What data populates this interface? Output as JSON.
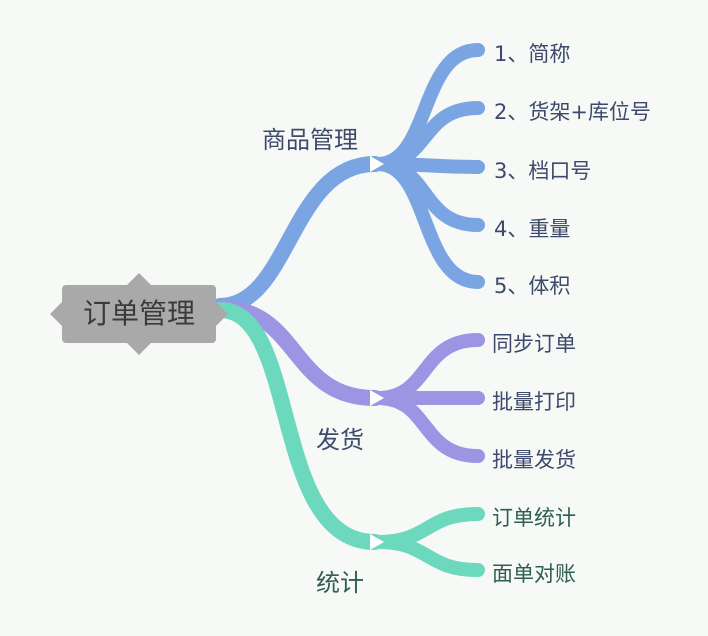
{
  "root": {
    "label": "订单管理"
  },
  "colors": {
    "blue": "#7aa5e2",
    "purple": "#9c95e4",
    "teal": "#6cd9bf",
    "root_fill": "#a9a9a9",
    "branch_text": "#3d4a6b",
    "leaf_text_blue": "#3d4a6b",
    "leaf_text_purple": "#3d4a6b",
    "leaf_text_teal": "#2f5e52"
  },
  "branches": [
    {
      "label": "商品管理",
      "color": "blue",
      "children": [
        "1、简称",
        "2、货架+库位号",
        "3、档口号",
        "4、重量",
        "5、体积"
      ]
    },
    {
      "label": "发货",
      "color": "purple",
      "children": [
        "同步订单",
        "批量打印",
        "批量发货"
      ]
    },
    {
      "label": "统计",
      "color": "teal",
      "children": [
        "订单统计",
        "面单对账"
      ]
    }
  ]
}
